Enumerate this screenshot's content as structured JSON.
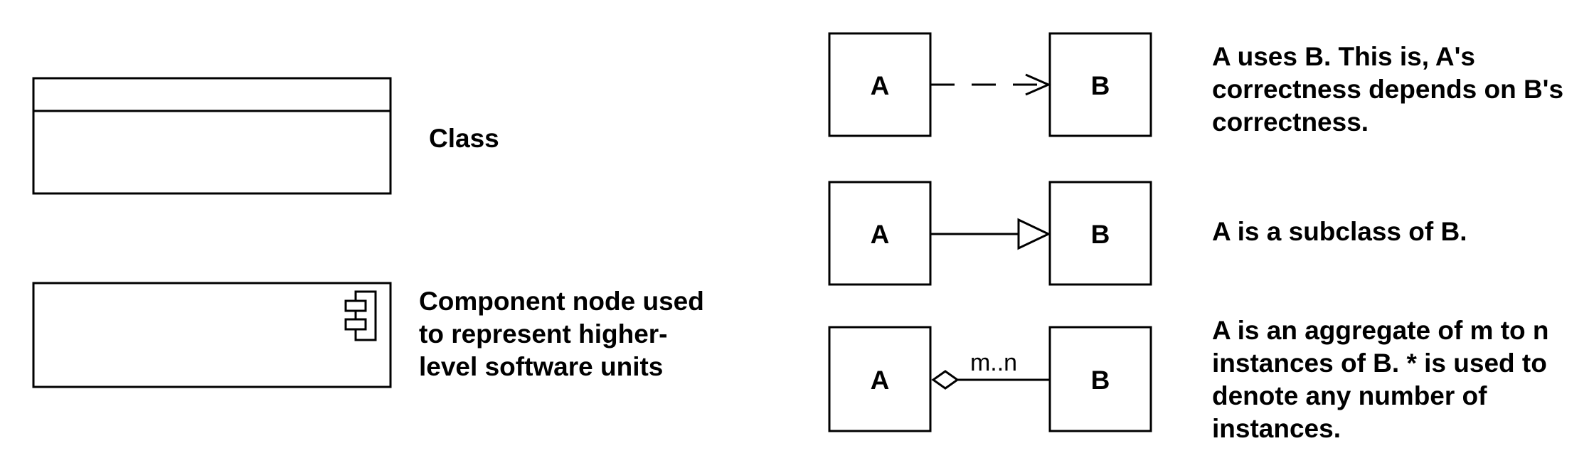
{
  "class_legend": {
    "label": "Class"
  },
  "component_legend": {
    "label_lines": [
      "Component node used",
      "to represent higher-",
      "level software units"
    ]
  },
  "uses_relation": {
    "left_box": "A",
    "right_box": "B",
    "description_lines": [
      "A uses B.  This is, A's",
      "correctness depends on B's",
      "correctness."
    ]
  },
  "subclass_relation": {
    "left_box": "A",
    "right_box": "B",
    "description_lines": [
      "A is a subclass of B."
    ]
  },
  "aggregate_relation": {
    "left_box": "A",
    "right_box": "B",
    "multiplicity": "m..n",
    "description_lines": [
      "A is an aggregate of m to n",
      "instances of B.  * is used to",
      "denote any number of",
      "instances."
    ]
  }
}
